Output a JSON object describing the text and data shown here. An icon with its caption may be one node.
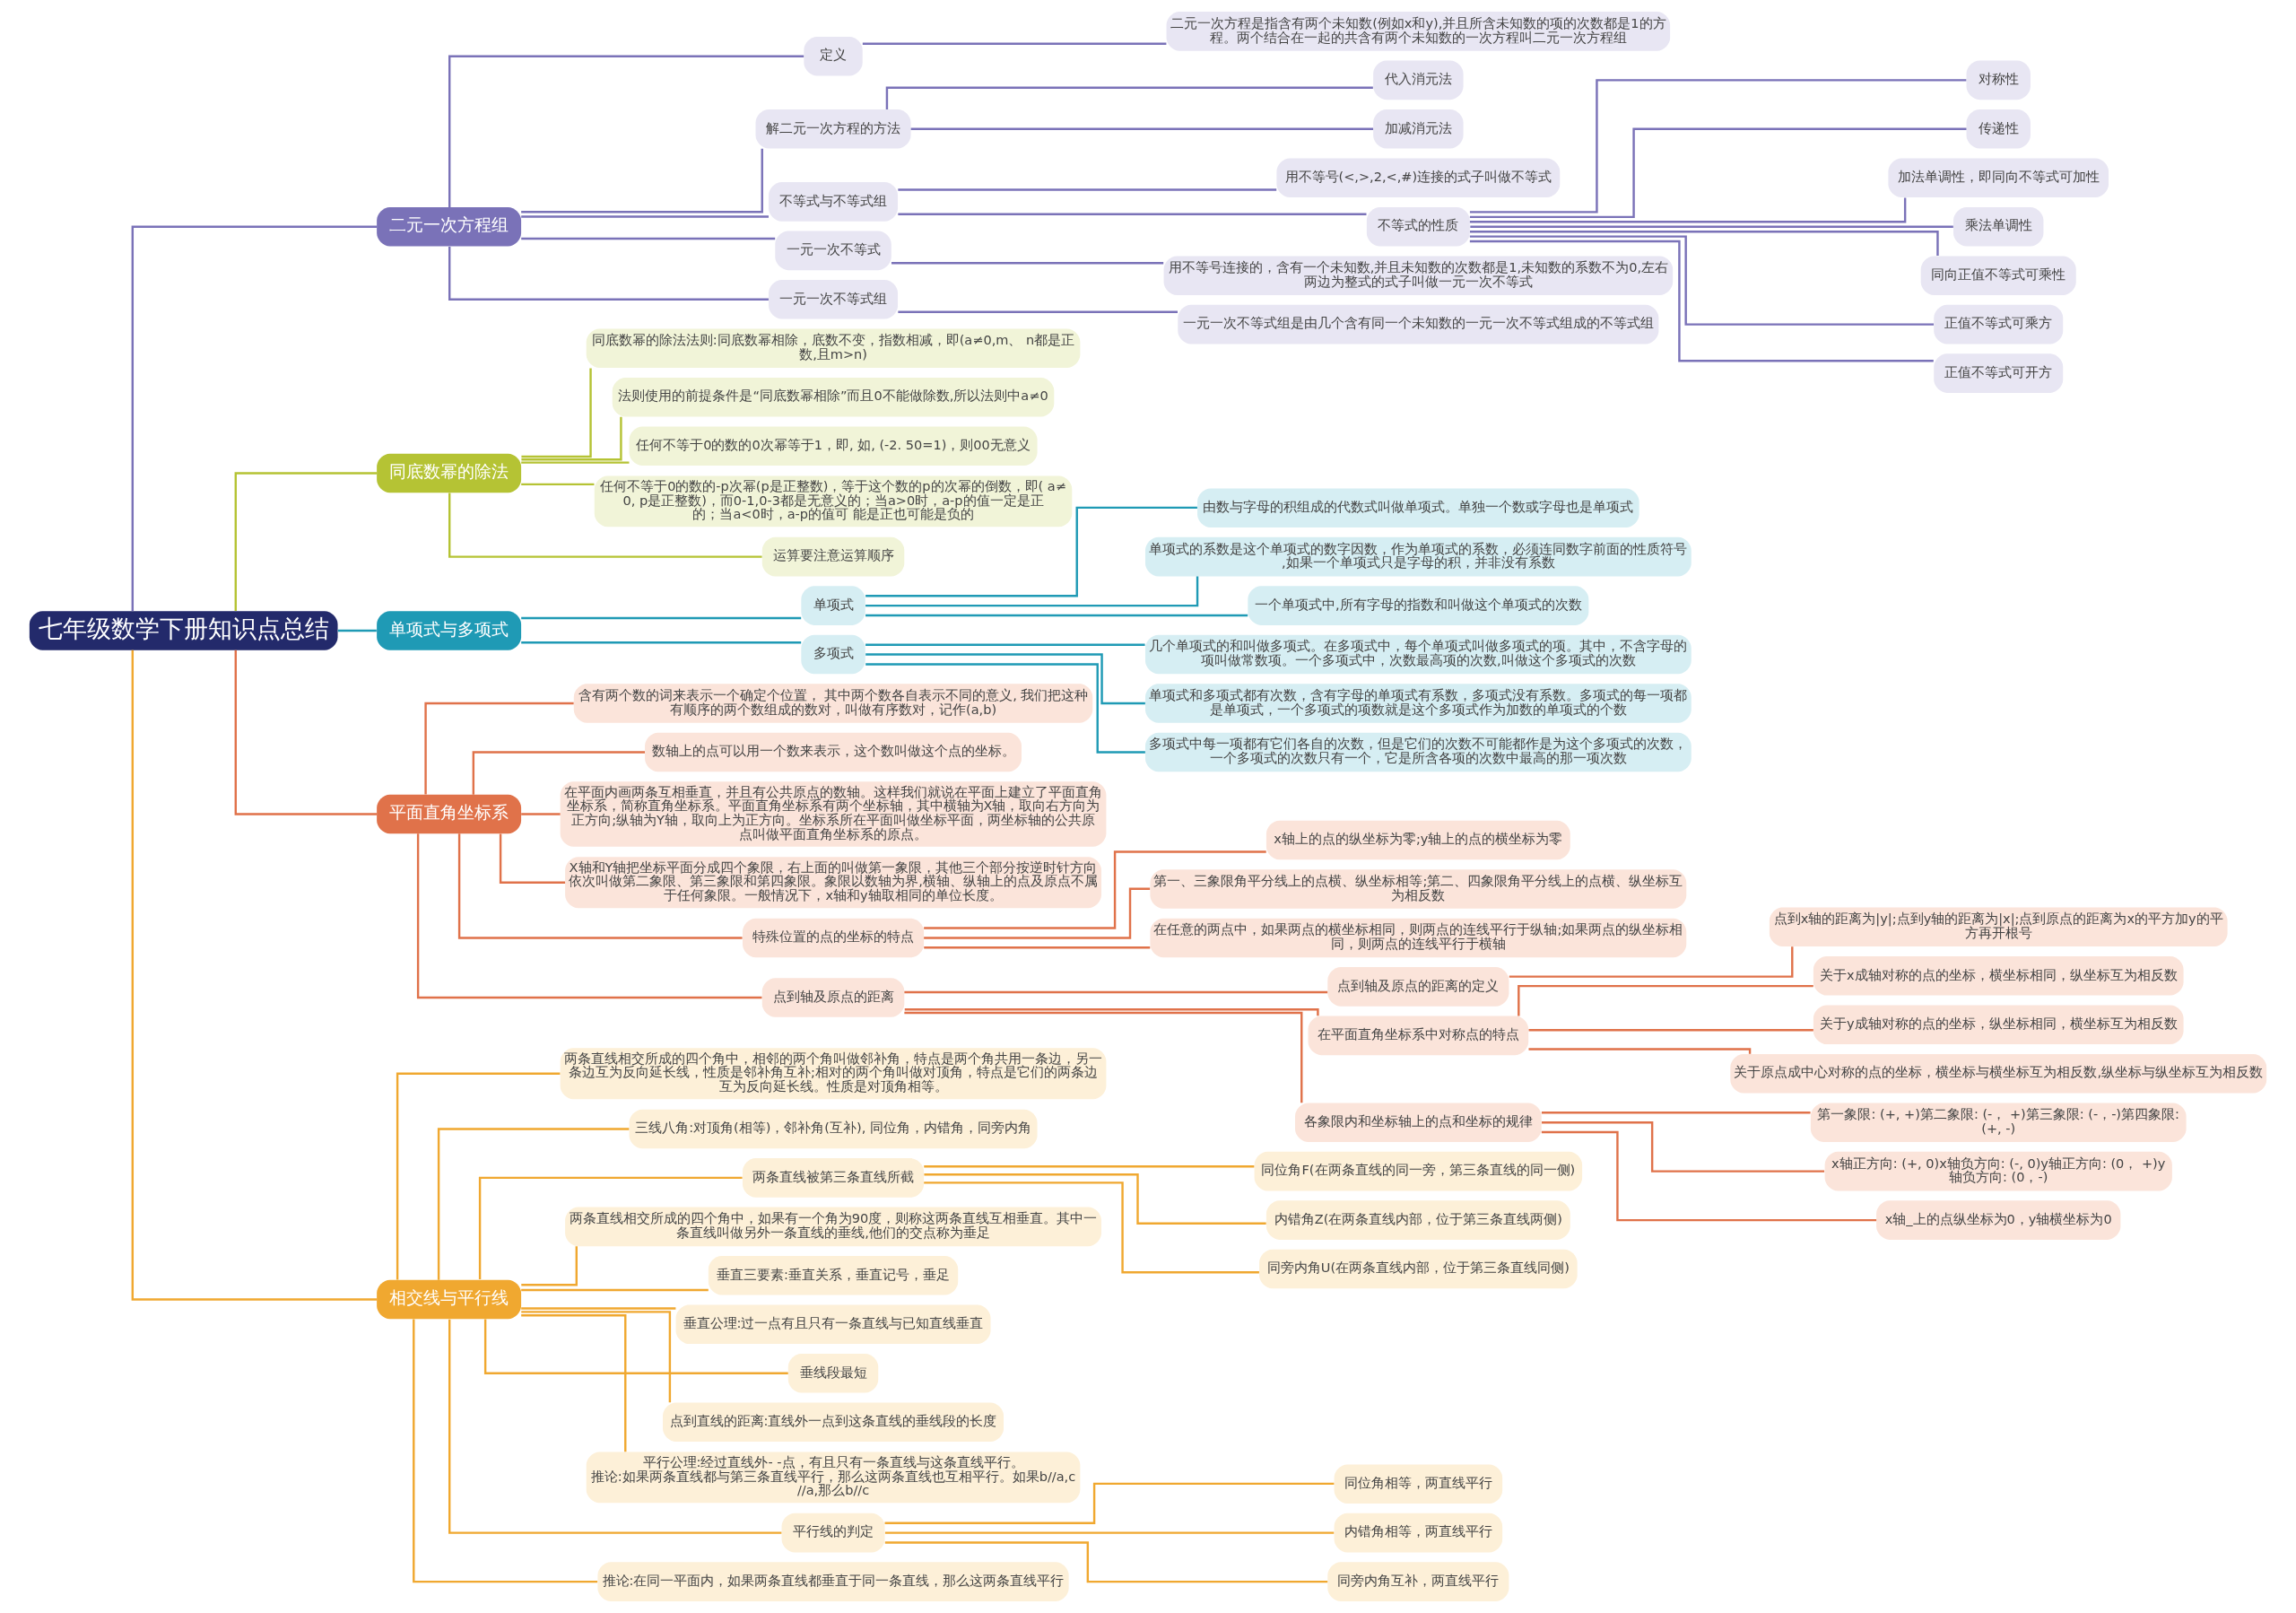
{
  "diagram": {
    "nodes": [
      {
        "text": [
          "七年级数学下册知识点总结"
        ]
      },
      {
        "text": [
          "二元一次方程组"
        ]
      },
      {
        "text": [
          "定义"
        ]
      },
      {
        "text": [
          "二元一次方程是指含有两个未知数(例如x和y),并且所含未知数的项的次数都是1的方程。两个结合在一起的共含有两个未知数的一次方程叫二元一次方程组"
        ]
      },
      {
        "text": [
          "解二元一次方程的方法"
        ]
      },
      {
        "text": [
          "代入消元法"
        ]
      },
      {
        "text": [
          "加减消元法"
        ]
      },
      {
        "text": [
          "不等式与不等式组"
        ]
      },
      {
        "text": [
          "用不等号(<,>,2,<,#)连接的式子叫做不等式"
        ]
      },
      {
        "text": [
          "不等式的性质"
        ]
      },
      {
        "text": [
          "对称性"
        ]
      },
      {
        "text": [
          "传递性"
        ]
      },
      {
        "text": [
          "加法单调性，即同向不等式可加性"
        ]
      },
      {
        "text": [
          "乘法单调性"
        ]
      },
      {
        "text": [
          "同向正值不等式可乘性"
        ]
      },
      {
        "text": [
          "正值不等式可乘方"
        ]
      },
      {
        "text": [
          "正值不等式可开方"
        ]
      },
      {
        "text": [
          "一元一次不等式"
        ]
      },
      {
        "text": [
          "用不等号连接的，含有一个未知数,并且未知数的次数都是1,未知数的系数不为0,左右两边为整式的式子叫做一元一次不等式"
        ]
      },
      {
        "text": [
          "一元一次不等式组"
        ]
      },
      {
        "text": [
          "一元一次不等式组是由几个含有同一个未知数的一元一次不等式组成的不等式组"
        ]
      },
      {
        "text": [
          "同底数幂的除法"
        ]
      },
      {
        "text": [
          "同底数幂的除法法则:同底数幂相除，底数不变，指数相减，即(a≠0,m、 n都是正数,且m>n)"
        ]
      },
      {
        "text": [
          "法则使用的前提条件是“同底数幂相除”而且0不能做除数,所以法则中a≠0"
        ]
      },
      {
        "text": [
          "任何不等于0的数的0次幂等于1，即, 如, (-2. 50=1)，则00无意义"
        ]
      },
      {
        "text": [
          "任何不等于0的数的-p次幂(p是正整数)，等于这个数的p的次幂的倒数，即( a≠0, p是正整数)，而0-1,0-3都是无意义的；当a>0时，a-p的值一定是正的；当a<0时，a-p的值可 能是正也可能是负的"
        ]
      },
      {
        "text": [
          "运算要注意运算顺序"
        ]
      },
      {
        "text": [
          "单项式与多项式"
        ]
      },
      {
        "text": [
          "单项式"
        ]
      },
      {
        "text": [
          "由数与字母的积组成的代数式叫做单项式。单独一个数或字母也是单项式"
        ]
      },
      {
        "text": [
          "单项式的系数是这个单项式的数字因数，作为单项式的系数，必须连同数字前面的性质符号,如果一个单项式只是字母的积，并非没有系数"
        ]
      },
      {
        "text": [
          "一个单项式中,所有字母的指数和叫做这个单项式的次数"
        ]
      },
      {
        "text": [
          "多项式"
        ]
      },
      {
        "text": [
          "几个单项式的和叫做多项式。在多项式中，每个单项式叫做多项式的项。其中，不含字母的项叫做常数项。一个多项式中，次数最高项的次数,叫做这个多项式的次数"
        ]
      },
      {
        "text": [
          "单项式和多项式都有次数，含有字母的单项式有系数，多项式没有系数。多项式的每一项都是单项式，一个多项式的项数就是这个多项式作为加数的单项式的个数"
        ]
      },
      {
        "text": [
          "多项式中每一项都有它们各自的次数，但是它们的次数不可能都作是为这个多项式的次数，一个多项式的次数只有一个，它是所含各项的次数中最高的那一项次数"
        ]
      },
      {
        "text": [
          "平面直角坐标系"
        ]
      },
      {
        "text": [
          "含有两个数的词来表示一个确定个位置， 其中两个数各自表示不同的意义, 我们把这种有顺序的两个数组成的数对，叫做有序数对，记作(a,b)"
        ]
      },
      {
        "text": [
          "数轴上的点可以用一个数来表示，这个数叫做这个点的坐标。"
        ]
      },
      {
        "text": [
          "在平面内画两条互相垂直，并且有公共原点的数轴。这样我们就说在平面上建立了平面直角坐标系，简称直角坐标系。平面直角坐标系有两个坐标轴，其中横轴为X轴，取向右方向为正方向;纵轴为Y轴，取向上为正方向。坐标系所在平面叫做坐标平面，两坐标轴的公共原点叫做平面直角坐标系的原点。"
        ]
      },
      {
        "text": [
          "X轴和Y轴把坐标平面分成四个象限，右上面的叫做第一象限，其他三个部分按逆时针方向依次叫做第二象限、第三象限和第四象限。象限以数轴为界,横轴、纵轴上的点及原点不属于任何象限。一般情况下，x轴和y轴取相同的单位长度。"
        ]
      },
      {
        "text": [
          "特殊位置的点的坐标的特点"
        ]
      },
      {
        "text": [
          "x轴上的点的纵坐标为零;y轴上的点的横坐标为零"
        ]
      },
      {
        "text": [
          "第一、三象限角平分线上的点横、纵坐标相等;第二、四象限角平分线上的点横、纵坐标互为相反数"
        ]
      },
      {
        "text": [
          "在任意的两点中，如果两点的横坐标相同，则两点的连线平行于纵轴;如果两点的纵坐标相同，则两点的连线平行于横轴"
        ]
      },
      {
        "text": [
          "点到轴及原点的距离"
        ]
      },
      {
        "text": [
          "点到轴及原点的距离的定义"
        ]
      },
      {
        "text": [
          "点到x轴的距离为|y|;点到y轴的距离为|x|;点到原点的距离为x的平方加y的平方再开根号"
        ]
      },
      {
        "text": [
          "在平面直角坐标系中对称点的特点"
        ]
      },
      {
        "text": [
          "关于x成轴对称的点的坐标，横坐标相同，纵坐标互为相反数"
        ]
      },
      {
        "text": [
          "关于y成轴对称的点的坐标，纵坐标相同，横坐标互为相反数"
        ]
      },
      {
        "text": [
          "关于原点成中心对称的点的坐标，横坐标与横坐标互为相反数,纵坐标与纵坐标互为相反数"
        ]
      },
      {
        "text": [
          "各象限内和坐标轴上的点和坐标的规律"
        ]
      },
      {
        "text": [
          "第一象限: (+, +)第二象限: (-， +)第三象限: (-，-)第四象限: (+, -)"
        ]
      },
      {
        "text": [
          "x轴正方向: (+, 0)x轴负方向: (-, 0)y轴正方向: (0， +)y轴负方向: (0，-)"
        ]
      },
      {
        "text": [
          "x轴_上的点纵坐标为0，y轴横坐标为0"
        ]
      },
      {
        "text": [
          "相交线与平行线"
        ]
      },
      {
        "text": [
          "两条直线相交所成的四个角中，相邻的两个角叫做邻补角，特点是两个角共用一条边，另一条边互为反向延长线，性质是邻补角互补;相对的两个角叫做对顶角，特点是它们的两条边互为反向延长线。性质是对顶角相等。"
        ]
      },
      {
        "text": [
          "三线八角:对顶角(相等)，邻补角(互补), 同位角，内错角，同旁内角"
        ]
      },
      {
        "text": [
          "两条直线被第三条直线所截"
        ]
      },
      {
        "text": [
          "同位角F(在两条直线的同一旁，第三条直线的同一侧)"
        ]
      },
      {
        "text": [
          "内错角Z(在两条直线内部，位于第三条直线两侧)"
        ]
      },
      {
        "text": [
          "同旁内角U(在两条直线内部，位于第三条直线同侧)"
        ]
      },
      {
        "text": [
          "两条直线相交所成的四个角中，如果有一个角为90度，则称这两条直线互相垂直。其中一条直线叫做另外一条直线的垂线,他们的交点称为垂足"
        ]
      },
      {
        "text": [
          "垂直三要素:垂直关系，垂直记号，垂足"
        ]
      },
      {
        "text": [
          "垂直公理:过一点有且只有一条直线与已知直线垂直"
        ]
      },
      {
        "text": [
          "垂线段最短"
        ]
      },
      {
        "text": [
          "点到直线的距离:直线外一点到这条直线的垂线段的长度"
        ]
      },
      {
        "text": [
          "平行公理:经过直线外- -点，有且只有一条直线与这条直线平行。",
          "推论:如果两条直线都与第三条直线平行，那么这两条直线也互相平行。如果b//a,c//a,那么b//c"
        ]
      },
      {
        "text": [
          "平行线的判定"
        ]
      },
      {
        "text": [
          "同位角相等，两直线平行"
        ]
      },
      {
        "text": [
          "内错角相等，两直线平行"
        ]
      },
      {
        "text": [
          "同旁内角互补，两直线平行"
        ]
      },
      {
        "text": [
          "推论:在同一平面内，如果两条直线都垂直于同一条直线，那么这两条直线平行"
        ]
      }
    ],
    "edges": [
      {
        "from": 0,
        "to": 1,
        "arrow": "none",
        "color": "#7a72b8"
      },
      {
        "from": 1,
        "to": 2,
        "arrow": "none",
        "color": "#7a72b8"
      },
      {
        "from": 2,
        "to": 3,
        "arrow": "none",
        "color": "#7a72b8"
      },
      {
        "from": 1,
        "to": 4,
        "arrow": "none",
        "color": "#7a72b8"
      },
      {
        "from": 4,
        "to": 5,
        "arrow": "none",
        "color": "#7a72b8"
      },
      {
        "from": 4,
        "to": 6,
        "arrow": "none",
        "color": "#7a72b8"
      },
      {
        "from": 1,
        "to": 7,
        "arrow": "none",
        "color": "#7a72b8"
      },
      {
        "from": 7,
        "to": 8,
        "arrow": "none",
        "color": "#7a72b8"
      },
      {
        "from": 7,
        "to": 9,
        "arrow": "none",
        "color": "#7a72b8"
      },
      {
        "from": 9,
        "to": 10,
        "arrow": "none",
        "color": "#7a72b8"
      },
      {
        "from": 9,
        "to": 11,
        "arrow": "none",
        "color": "#7a72b8"
      },
      {
        "from": 9,
        "to": 12,
        "arrow": "none",
        "color": "#7a72b8"
      },
      {
        "from": 9,
        "to": 13,
        "arrow": "none",
        "color": "#7a72b8"
      },
      {
        "from": 9,
        "to": 14,
        "arrow": "none",
        "color": "#7a72b8"
      },
      {
        "from": 9,
        "to": 15,
        "arrow": "none",
        "color": "#7a72b8"
      },
      {
        "from": 9,
        "to": 16,
        "arrow": "none",
        "color": "#7a72b8"
      },
      {
        "from": 1,
        "to": 17,
        "arrow": "none",
        "color": "#7a72b8"
      },
      {
        "from": 17,
        "to": 18,
        "arrow": "none",
        "color": "#7a72b8"
      },
      {
        "from": 1,
        "to": 19,
        "arrow": "none",
        "color": "#7a72b8"
      },
      {
        "from": 19,
        "to": 20,
        "arrow": "none",
        "color": "#7a72b8"
      },
      {
        "from": 0,
        "to": 21,
        "arrow": "none",
        "color": "#b5c334"
      },
      {
        "from": 21,
        "to": 22,
        "arrow": "none",
        "color": "#b5c334"
      },
      {
        "from": 21,
        "to": 23,
        "arrow": "none",
        "color": "#b5c334"
      },
      {
        "from": 21,
        "to": 24,
        "arrow": "none",
        "color": "#b5c334"
      },
      {
        "from": 21,
        "to": 25,
        "arrow": "none",
        "color": "#b5c334"
      },
      {
        "from": 21,
        "to": 26,
        "arrow": "none",
        "color": "#b5c334"
      },
      {
        "from": 0,
        "to": 27,
        "arrow": "none",
        "color": "#1f9ab5"
      },
      {
        "from": 27,
        "to": 28,
        "arrow": "none",
        "color": "#1f9ab5"
      },
      {
        "from": 28,
        "to": 29,
        "arrow": "none",
        "color": "#1f9ab5"
      },
      {
        "from": 28,
        "to": 30,
        "arrow": "none",
        "color": "#1f9ab5"
      },
      {
        "from": 28,
        "to": 31,
        "arrow": "none",
        "color": "#1f9ab5"
      },
      {
        "from": 27,
        "to": 32,
        "arrow": "none",
        "color": "#1f9ab5"
      },
      {
        "from": 32,
        "to": 33,
        "arrow": "none",
        "color": "#1f9ab5"
      },
      {
        "from": 32,
        "to": 34,
        "arrow": "none",
        "color": "#1f9ab5"
      },
      {
        "from": 32,
        "to": 35,
        "arrow": "none",
        "color": "#1f9ab5"
      },
      {
        "from": 0,
        "to": 36,
        "arrow": "none",
        "color": "#e0724a"
      },
      {
        "from": 36,
        "to": 37,
        "arrow": "none",
        "color": "#e0724a"
      },
      {
        "from": 36,
        "to": 38,
        "arrow": "none",
        "color": "#e0724a"
      },
      {
        "from": 36,
        "to": 39,
        "arrow": "none",
        "color": "#e0724a"
      },
      {
        "from": 36,
        "to": 40,
        "arrow": "none",
        "color": "#e0724a"
      },
      {
        "from": 36,
        "to": 41,
        "arrow": "none",
        "color": "#e0724a"
      },
      {
        "from": 41,
        "to": 42,
        "arrow": "none",
        "color": "#e0724a"
      },
      {
        "from": 41,
        "to": 43,
        "arrow": "none",
        "color": "#e0724a"
      },
      {
        "from": 41,
        "to": 44,
        "arrow": "none",
        "color": "#e0724a"
      },
      {
        "from": 36,
        "to": 45,
        "arrow": "none",
        "color": "#e0724a"
      },
      {
        "from": 45,
        "to": 46,
        "arrow": "none",
        "color": "#e0724a"
      },
      {
        "from": 46,
        "to": 47,
        "arrow": "none",
        "color": "#e0724a"
      },
      {
        "from": 45,
        "to": 48,
        "arrow": "none",
        "color": "#e0724a"
      },
      {
        "from": 48,
        "to": 49,
        "arrow": "none",
        "color": "#e0724a"
      },
      {
        "from": 48,
        "to": 50,
        "arrow": "none",
        "color": "#e0724a"
      },
      {
        "from": 48,
        "to": 51,
        "arrow": "none",
        "color": "#e0724a"
      },
      {
        "from": 45,
        "to": 52,
        "arrow": "none",
        "color": "#e0724a"
      },
      {
        "from": 52,
        "to": 53,
        "arrow": "none",
        "color": "#e0724a"
      },
      {
        "from": 52,
        "to": 54,
        "arrow": "none",
        "color": "#e0724a"
      },
      {
        "from": 52,
        "to": 55,
        "arrow": "none",
        "color": "#e0724a"
      },
      {
        "from": 0,
        "to": 56,
        "arrow": "none",
        "color": "#f0a830"
      },
      {
        "from": 56,
        "to": 57,
        "arrow": "none",
        "color": "#f0a830"
      },
      {
        "from": 56,
        "to": 58,
        "arrow": "none",
        "color": "#f0a830"
      },
      {
        "from": 56,
        "to": 59,
        "arrow": "none",
        "color": "#f0a830"
      },
      {
        "from": 59,
        "to": 60,
        "arrow": "none",
        "color": "#f0a830"
      },
      {
        "from": 59,
        "to": 61,
        "arrow": "none",
        "color": "#f0a830"
      },
      {
        "from": 59,
        "to": 62,
        "arrow": "none",
        "color": "#f0a830"
      },
      {
        "from": 56,
        "to": 63,
        "arrow": "none",
        "color": "#f0a830"
      },
      {
        "from": 56,
        "to": 64,
        "arrow": "none",
        "color": "#f0a830"
      },
      {
        "from": 56,
        "to": 65,
        "arrow": "none",
        "color": "#f0a830"
      },
      {
        "from": 56,
        "to": 66,
        "arrow": "none",
        "color": "#f0a830"
      },
      {
        "from": 56,
        "to": 67,
        "arrow": "none",
        "color": "#f0a830"
      },
      {
        "from": 56,
        "to": 68,
        "arrow": "none",
        "color": "#f0a830"
      },
      {
        "from": 56,
        "to": 69,
        "arrow": "none",
        "color": "#f0a830"
      },
      {
        "from": 69,
        "to": 70,
        "arrow": "none",
        "color": "#f0a830"
      },
      {
        "from": 69,
        "to": 71,
        "arrow": "none",
        "color": "#f0a830"
      },
      {
        "from": 69,
        "to": 72,
        "arrow": "none",
        "color": "#f0a830"
      },
      {
        "from": 56,
        "to": 73,
        "arrow": "none",
        "color": "#f0a830"
      }
    ]
  }
}
